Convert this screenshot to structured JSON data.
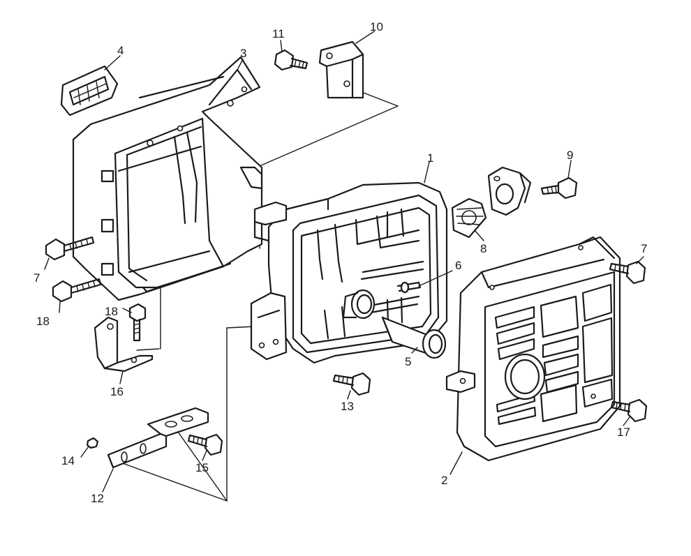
{
  "parts": [
    {
      "id": "1",
      "label": "1"
    },
    {
      "id": "2",
      "label": "2"
    },
    {
      "id": "3",
      "label": "3"
    },
    {
      "id": "4",
      "label": "4"
    },
    {
      "id": "5",
      "label": "5"
    },
    {
      "id": "6",
      "label": "6"
    },
    {
      "id": "7a",
      "label": "7"
    },
    {
      "id": "7b",
      "label": "7"
    },
    {
      "id": "8",
      "label": "8"
    },
    {
      "id": "9",
      "label": "9"
    },
    {
      "id": "10",
      "label": "10"
    },
    {
      "id": "11",
      "label": "11"
    },
    {
      "id": "12",
      "label": "12"
    },
    {
      "id": "13",
      "label": "13"
    },
    {
      "id": "14",
      "label": "14"
    },
    {
      "id": "15",
      "label": "15"
    },
    {
      "id": "16",
      "label": "16"
    },
    {
      "id": "17",
      "label": "17"
    },
    {
      "id": "18a",
      "label": "18"
    },
    {
      "id": "18b",
      "label": "18"
    }
  ]
}
